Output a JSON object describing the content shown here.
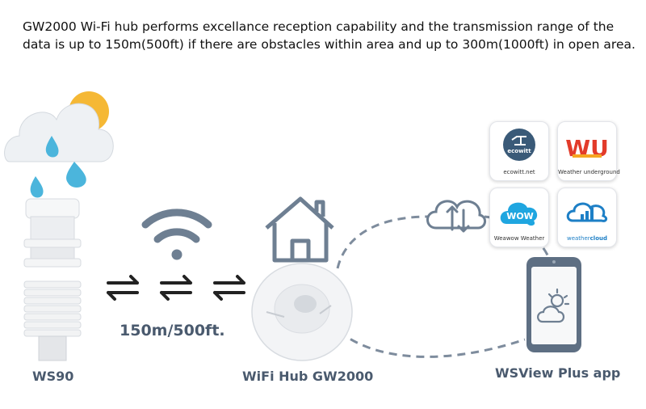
{
  "headline": "GW2000 Wi-Fi hub performs excellance reception capability and the transmission range of the data is up to 150m(500ft) if there are obstacles within area and up to 300m(1000ft) in open area.",
  "labels": {
    "sensor": "WS90",
    "range": "150m/500ft.",
    "hub": "WiFi Hub GW2000",
    "app": "WSView Plus app"
  },
  "logo_text": {
    "ecowitt_badge": "ecowitt",
    "wu_letters": "WU",
    "wow_letters": "WOW",
    "weathercloud_word_a": "weather",
    "weathercloud_word_b": "cloud"
  },
  "services": [
    {
      "name": "ecowitt.net",
      "color": "#3a5a78"
    },
    {
      "name": "Weather underground",
      "color": "#e23b2a"
    },
    {
      "name": "Weawow Weather",
      "color": "#1fa6e0"
    },
    {
      "name": "weathercloud",
      "color": "#1d7fc6"
    }
  ],
  "colors": {
    "label": "#4a5a6e",
    "dashed_line": "#7e8c9d",
    "wifi": "#6e7f92",
    "sun": "#f5b835",
    "drop": "#4bb5dc"
  }
}
